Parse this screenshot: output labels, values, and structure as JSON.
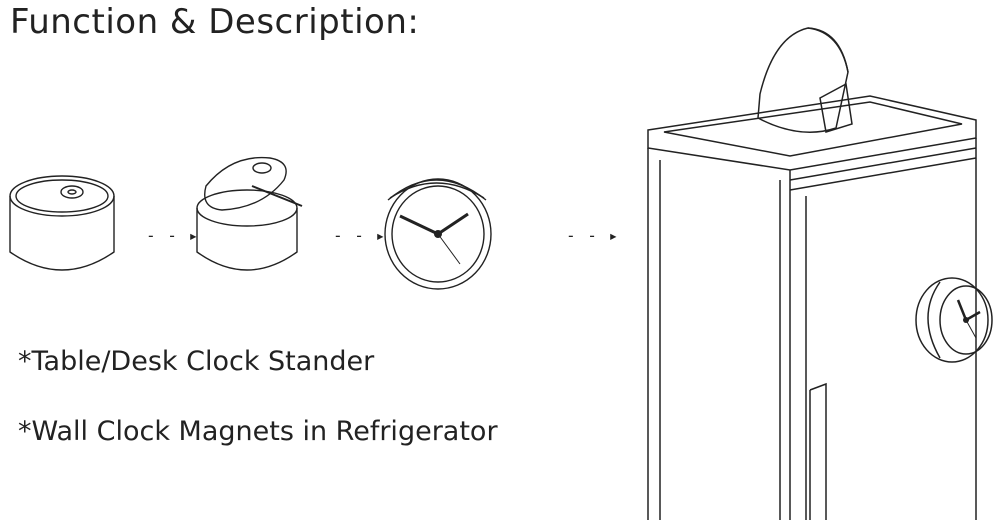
{
  "title": "Function & Description:",
  "steps": [
    {
      "icon": "sealed-can-icon"
    },
    {
      "icon": "opened-can-icon"
    },
    {
      "icon": "can-clock-icon"
    }
  ],
  "arrow_symbol": "- - ▸",
  "bullets": [
    "*Table/Desk Clock Stander",
    "*Wall Clock Magnets in Refrigerator"
  ],
  "illustration": {
    "icon": "refrigerator-with-clocks-icon"
  },
  "colors": {
    "line": "#222222",
    "background": "#ffffff"
  }
}
